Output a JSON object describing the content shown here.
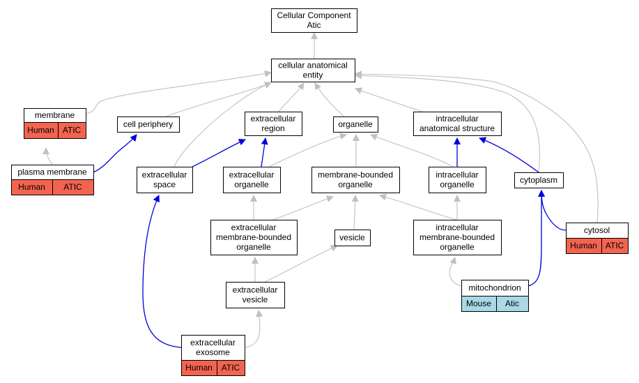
{
  "nodes": {
    "root": {
      "lines": [
        "Cellular Component",
        "Atic"
      ]
    },
    "cae": {
      "lines": [
        "cellular anatomical",
        "entity"
      ]
    },
    "membrane": {
      "lines": [
        "membrane"
      ],
      "tags": [
        "Human",
        "ATIC"
      ]
    },
    "cellperiphery": {
      "lines": [
        "cell periphery"
      ]
    },
    "extregion": {
      "lines": [
        "extracellular",
        "region"
      ]
    },
    "organelle": {
      "lines": [
        "organelle"
      ]
    },
    "ias": {
      "lines": [
        "intracellular",
        "anatomical structure"
      ]
    },
    "plasmamembrane": {
      "lines": [
        "plasma membrane"
      ],
      "tags": [
        "Human",
        "ATIC"
      ]
    },
    "extspace": {
      "lines": [
        "extracellular",
        "space"
      ]
    },
    "extorganelle": {
      "lines": [
        "extracellular",
        "organelle"
      ]
    },
    "mbo": {
      "lines": [
        "membrane-bounded",
        "organelle"
      ]
    },
    "intorganelle": {
      "lines": [
        "intracellular",
        "organelle"
      ]
    },
    "cytoplasm": {
      "lines": [
        "cytoplasm"
      ]
    },
    "embo": {
      "lines": [
        "extracellular",
        "membrane-bounded",
        "organelle"
      ]
    },
    "vesicle": {
      "lines": [
        "vesicle"
      ]
    },
    "imbo": {
      "lines": [
        "intracellular",
        "membrane-bounded",
        "organelle"
      ]
    },
    "cytosol": {
      "lines": [
        "cytosol"
      ],
      "tags": [
        "Human",
        "ATIC"
      ]
    },
    "extvesicle": {
      "lines": [
        "extracellular",
        "vesicle"
      ]
    },
    "mitochondrion": {
      "lines": [
        "mitochondrion"
      ],
      "tags": [
        "Mouse",
        "Atic"
      ]
    },
    "exosome": {
      "lines": [
        "extracellular",
        "exosome"
      ],
      "tags": [
        "Human",
        "ATIC"
      ]
    }
  },
  "edges": [
    {
      "from": "cae",
      "to": "root",
      "kind": "is_a"
    },
    {
      "from": "membrane",
      "to": "cae",
      "kind": "is_a"
    },
    {
      "from": "cellperiphery",
      "to": "cae",
      "kind": "is_a"
    },
    {
      "from": "extregion",
      "to": "cae",
      "kind": "is_a"
    },
    {
      "from": "organelle",
      "to": "cae",
      "kind": "is_a"
    },
    {
      "from": "ias",
      "to": "cae",
      "kind": "is_a"
    },
    {
      "from": "extspace",
      "to": "cae",
      "kind": "is_a"
    },
    {
      "from": "cytoplasm",
      "to": "cae",
      "kind": "is_a"
    },
    {
      "from": "cytosol",
      "to": "cae",
      "kind": "is_a"
    },
    {
      "from": "plasmamembrane",
      "to": "membrane",
      "kind": "is_a"
    },
    {
      "from": "plasmamembrane",
      "to": "cellperiphery",
      "kind": "part_of"
    },
    {
      "from": "extspace",
      "to": "extregion",
      "kind": "part_of"
    },
    {
      "from": "extorganelle",
      "to": "extregion",
      "kind": "part_of"
    },
    {
      "from": "extorganelle",
      "to": "organelle",
      "kind": "is_a"
    },
    {
      "from": "mbo",
      "to": "organelle",
      "kind": "is_a"
    },
    {
      "from": "intorganelle",
      "to": "organelle",
      "kind": "is_a"
    },
    {
      "from": "intorganelle",
      "to": "ias",
      "kind": "part_of"
    },
    {
      "from": "cytoplasm",
      "to": "ias",
      "kind": "part_of"
    },
    {
      "from": "embo",
      "to": "extorganelle",
      "kind": "is_a"
    },
    {
      "from": "embo",
      "to": "mbo",
      "kind": "is_a"
    },
    {
      "from": "vesicle",
      "to": "mbo",
      "kind": "is_a"
    },
    {
      "from": "imbo",
      "to": "mbo",
      "kind": "is_a"
    },
    {
      "from": "imbo",
      "to": "intorganelle",
      "kind": "is_a"
    },
    {
      "from": "cytosol",
      "to": "cytoplasm",
      "kind": "part_of"
    },
    {
      "from": "extvesicle",
      "to": "embo",
      "kind": "is_a"
    },
    {
      "from": "extvesicle",
      "to": "vesicle",
      "kind": "is_a"
    },
    {
      "from": "mitochondrion",
      "to": "imbo",
      "kind": "is_a"
    },
    {
      "from": "mitochondrion",
      "to": "cytoplasm",
      "kind": "part_of"
    },
    {
      "from": "exosome",
      "to": "extvesicle",
      "kind": "is_a"
    },
    {
      "from": "exosome",
      "to": "extspace",
      "kind": "part_of"
    }
  ],
  "colors": {
    "is_a_edge": "#c0c0c0",
    "part_of_edge": "#0000dd",
    "human_tag": "#f26450",
    "mouse_tag": "#aad8e6",
    "node_border": "#000000",
    "node_fill": "#ffffff"
  }
}
